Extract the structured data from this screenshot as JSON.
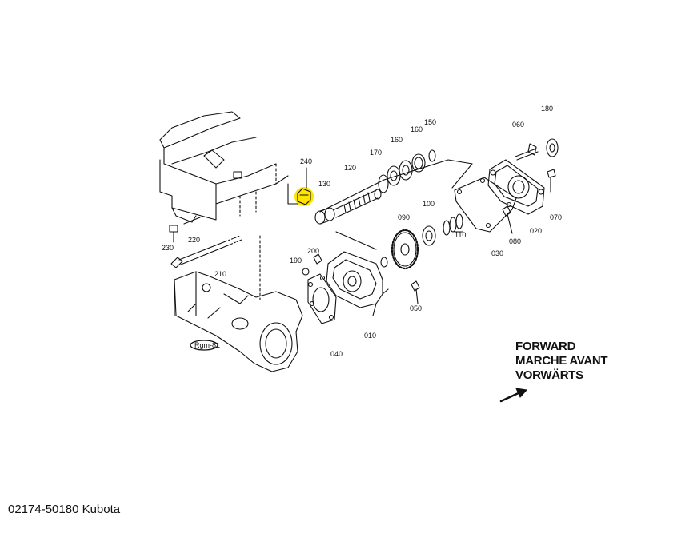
{
  "diagram": {
    "highlight_color": "#ffe400",
    "highlighted_part": "240",
    "part_numbers": [
      "240",
      "130",
      "120",
      "170",
      "160",
      "160",
      "150",
      "180",
      "060",
      "010",
      "020",
      "030",
      "040",
      "050",
      "070",
      "080",
      "090",
      "100",
      "110",
      "190",
      "200",
      "210",
      "220",
      "230"
    ],
    "housing_tag": "Rgm-81",
    "direction": {
      "line1": "FORWARD",
      "line2": "MARCHE AVANT",
      "line3": "VORWÄRTS",
      "arrow": "arrow-up-right-icon"
    }
  },
  "caption": "02174-50180 Kubota"
}
